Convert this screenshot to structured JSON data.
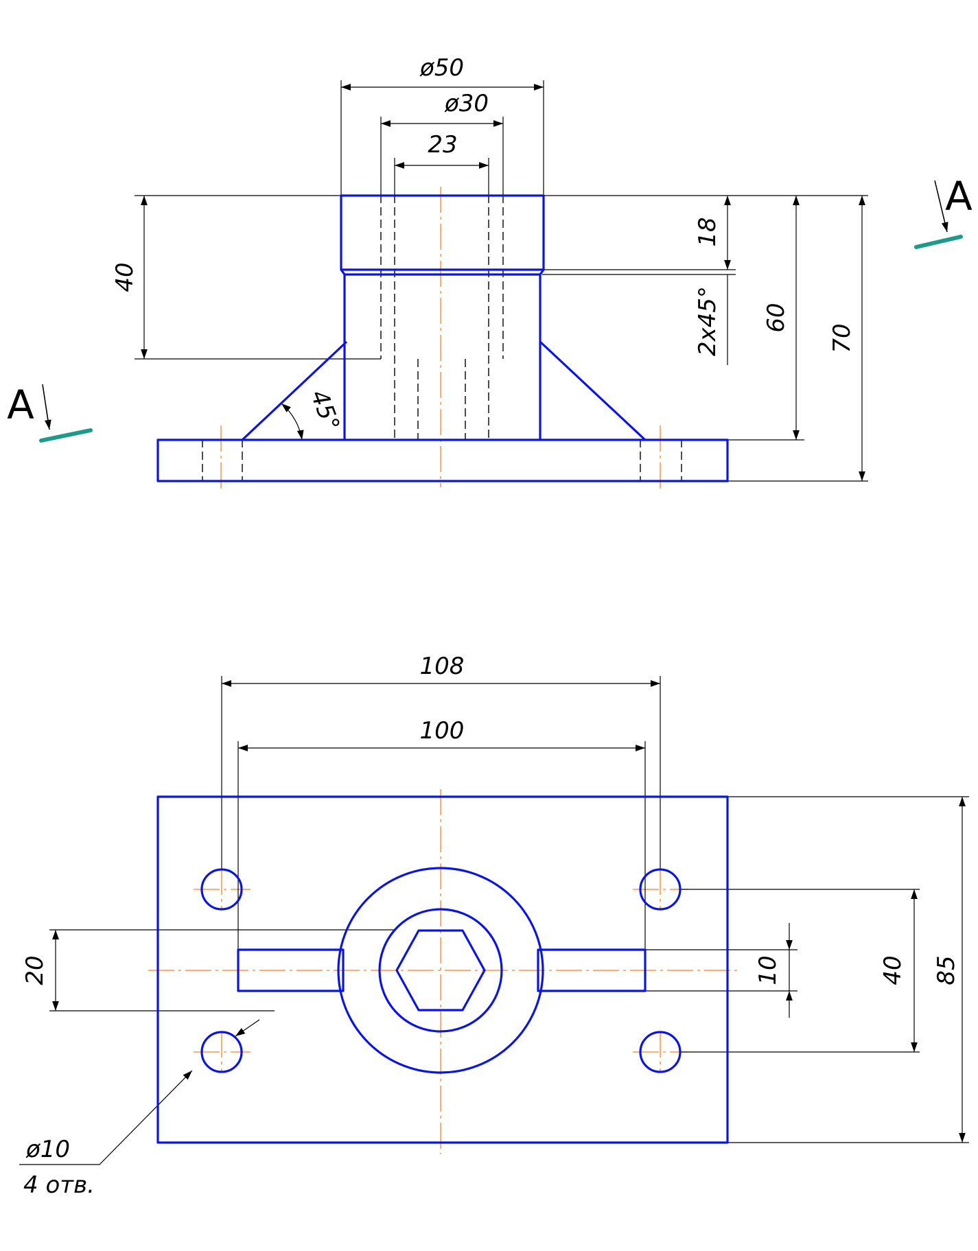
{
  "colors": {
    "outline": "#0a14e6",
    "dimension": "#000000",
    "centerline": "#ff7f1e",
    "section_mark": "#1e9a8a"
  },
  "section_label": "A",
  "front_view": {
    "dim_outer_diameter": "ø50",
    "dim_inner_diameter": "ø30",
    "dim_hex": "23",
    "dim_bore_depth": "40",
    "dim_collar": "18",
    "dim_chamfer": "2x45°",
    "dim_boss_height": "60",
    "dim_total_height": "70",
    "dim_rib_angle": "45°"
  },
  "top_view": {
    "dim_hole_spacing": "108",
    "dim_rib_span": "100",
    "dim_rib_offset": "20",
    "dim_rib_width": "10",
    "dim_hole_vertical": "40",
    "dim_base_depth": "85",
    "hole_callout": "ø10",
    "hole_count": "4 отв."
  }
}
